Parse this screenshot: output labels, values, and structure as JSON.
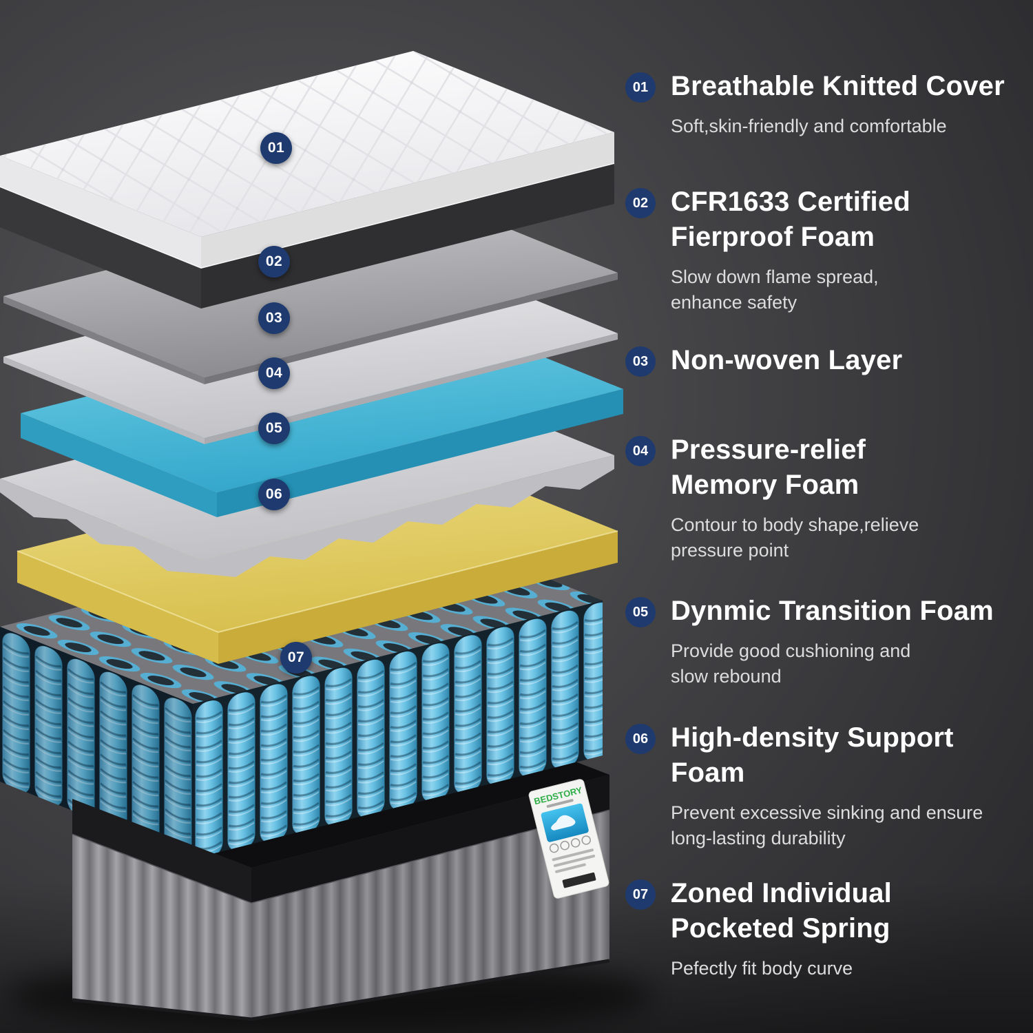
{
  "page": {
    "background": "#3a3a3c"
  },
  "diagram": {
    "badges": [
      "01",
      "02",
      "03",
      "04",
      "05",
      "06",
      "07"
    ],
    "brand_label": "BEDSTORY",
    "colors": {
      "badge_navy": "#1e3a6e",
      "cover_white": "#f5f5f7",
      "fierproof_gray": "#a9a9ad",
      "nonwoven_white": "#e6e6e9",
      "memory_foam_blue": "#4db8dc",
      "transition_foam_white": "#d9d9dc",
      "support_foam_yellow": "#e7d26e",
      "spring_blue": "#5fb8e0",
      "base_fabric_gray": "#8f8f93",
      "brand_green": "#2fae47"
    }
  },
  "features": [
    {
      "num": "01",
      "title": "Breathable Knitted Cover",
      "desc": "Soft,skin-friendly and comfortable"
    },
    {
      "num": "02",
      "title": "CFR1633 Certified\nFierproof Foam",
      "desc": "Slow down flame spread,\nenhance safety"
    },
    {
      "num": "03",
      "title": "Non-woven Layer",
      "desc": ""
    },
    {
      "num": "04",
      "title": "Pressure-relief\nMemory Foam",
      "desc": "Contour to body shape,relieve\npressure point"
    },
    {
      "num": "05",
      "title": "Dynmic Transition Foam",
      "desc": "Provide good cushioning and\nslow rebound"
    },
    {
      "num": "06",
      "title": "High-density Support\nFoam",
      "desc": "Prevent excessive sinking and ensure\nlong-lasting durability"
    },
    {
      "num": "07",
      "title": "Zoned Individual\nPocketed Spring",
      "desc": "Pefectly fit body curve"
    }
  ]
}
